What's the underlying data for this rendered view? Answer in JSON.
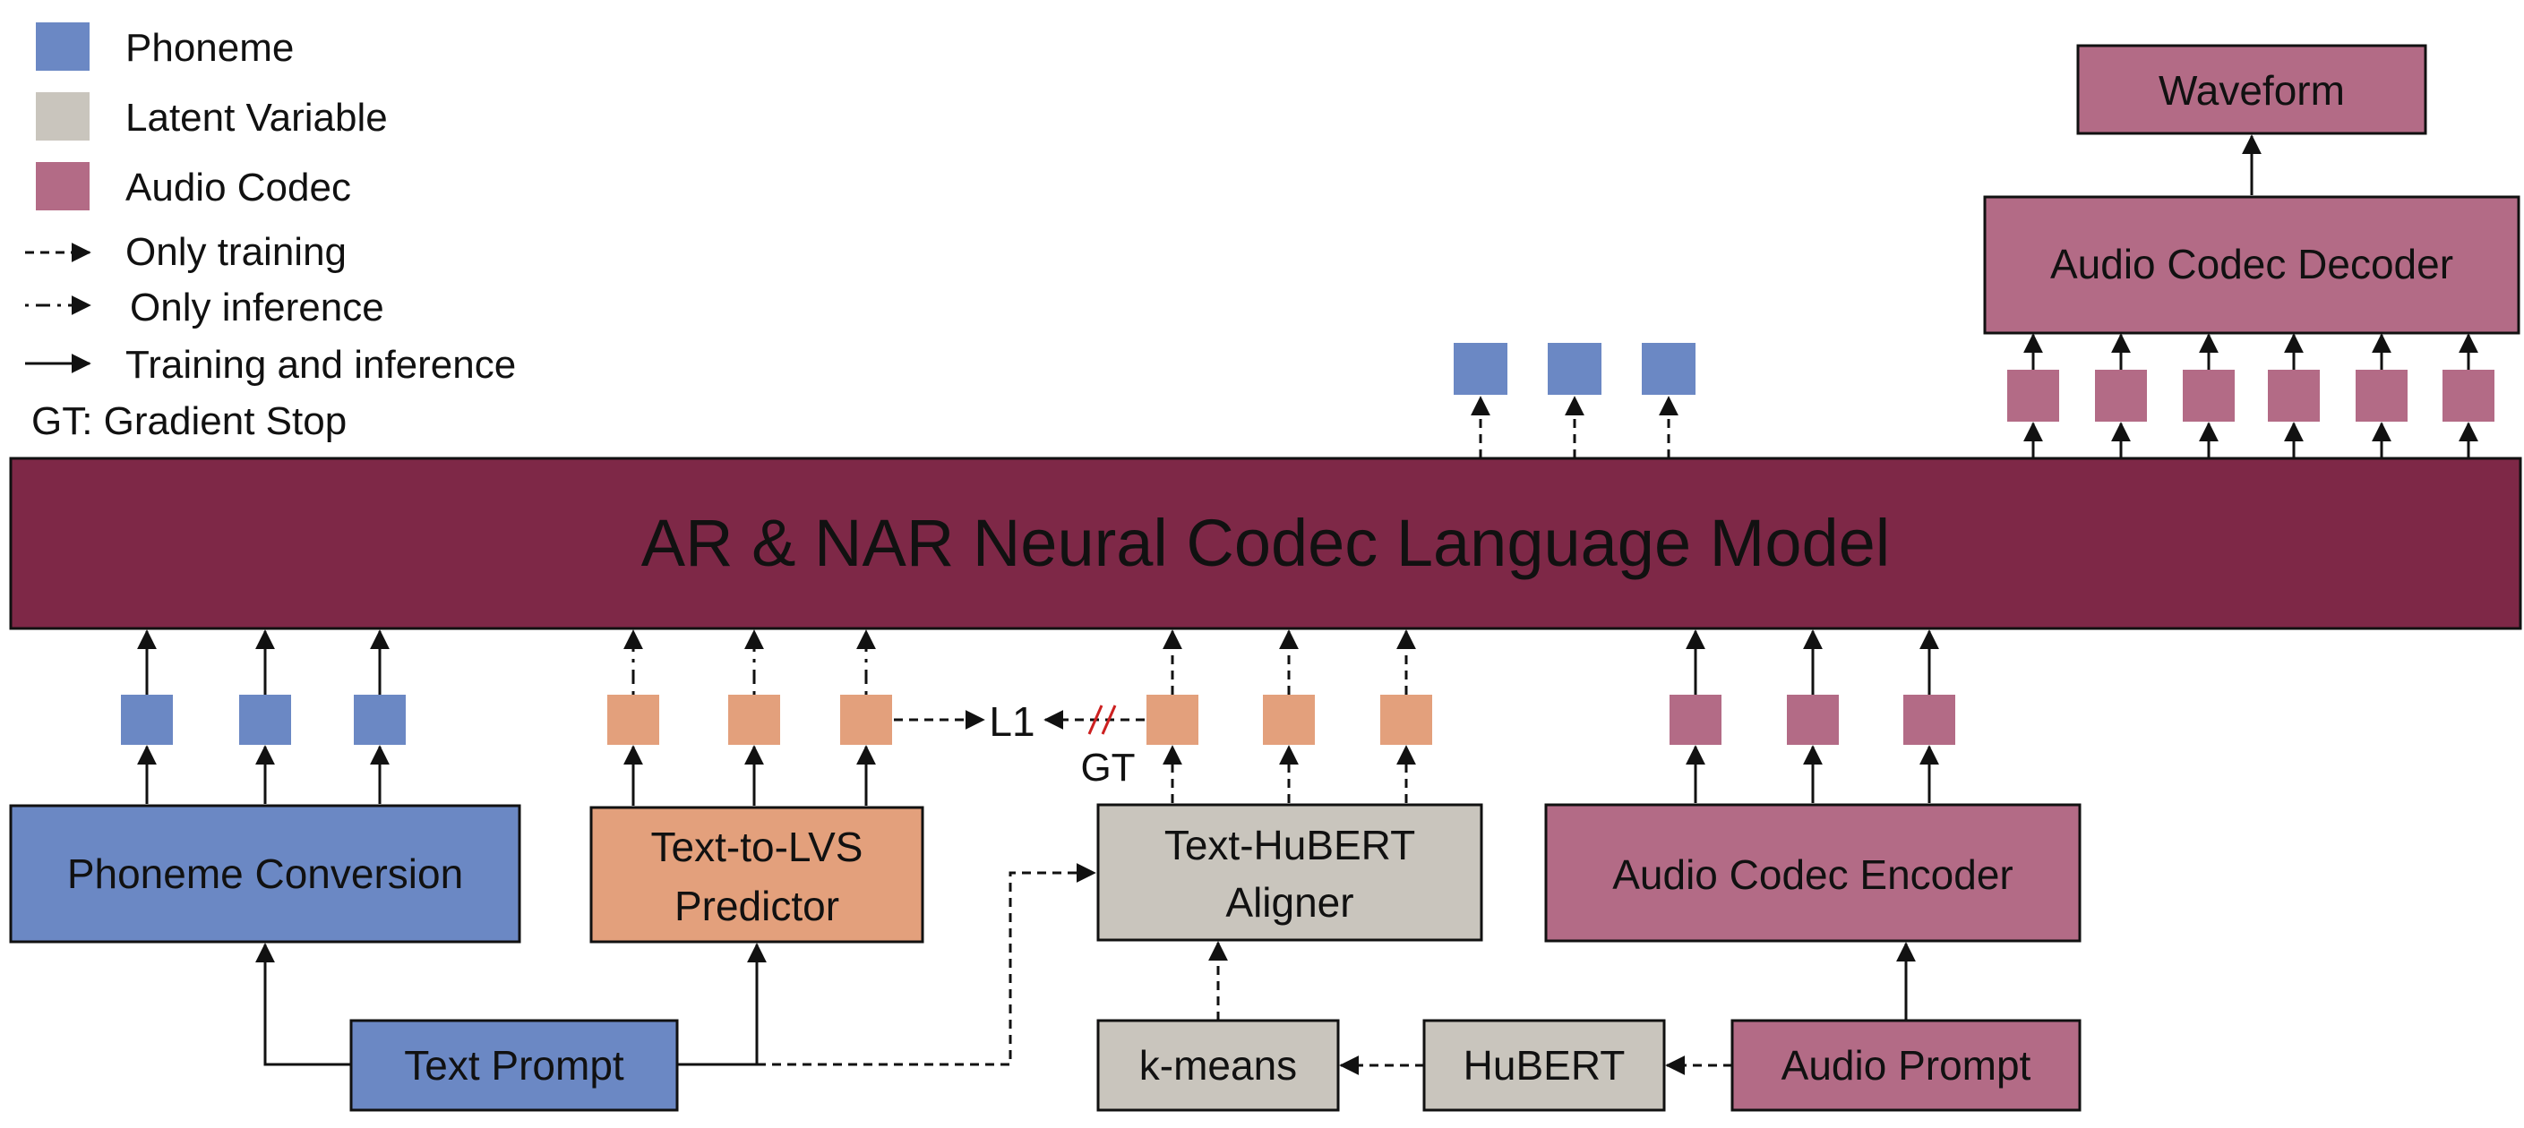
{
  "legend": {
    "phoneme": "Phoneme",
    "latent_variable": "Latent Variable",
    "audio_codec": "Audio Codec",
    "only_training": "Only training",
    "only_inference": "Only inference",
    "training_and_inference": "Training and inference",
    "gradient_stop": "GT: Gradient Stop"
  },
  "colors": {
    "phoneme": "#6B88C4",
    "latent": "#C9C5BD",
    "codec": "#B36B86",
    "lvs": "#E3A07C",
    "model": "#7E2847",
    "waveform_border": "#7A4A1E"
  },
  "boxes": {
    "waveform": "Waveform",
    "decoder": "Audio Codec Decoder",
    "model": "AR & NAR Neural Codec Language Model",
    "phoneme_conversion": "Phoneme Conversion",
    "lvs_predictor_line1": "Text-to-LVS",
    "lvs_predictor_line2": "Predictor",
    "aligner_line1": "Text-HuBERT",
    "aligner_line2": "Aligner",
    "encoder": "Audio Codec Encoder",
    "text_prompt": "Text Prompt",
    "kmeans": "k-means",
    "hubert": "HuBERT",
    "audio_prompt": "Audio Prompt"
  },
  "labels": {
    "loss": "L1",
    "gt": "GT"
  }
}
